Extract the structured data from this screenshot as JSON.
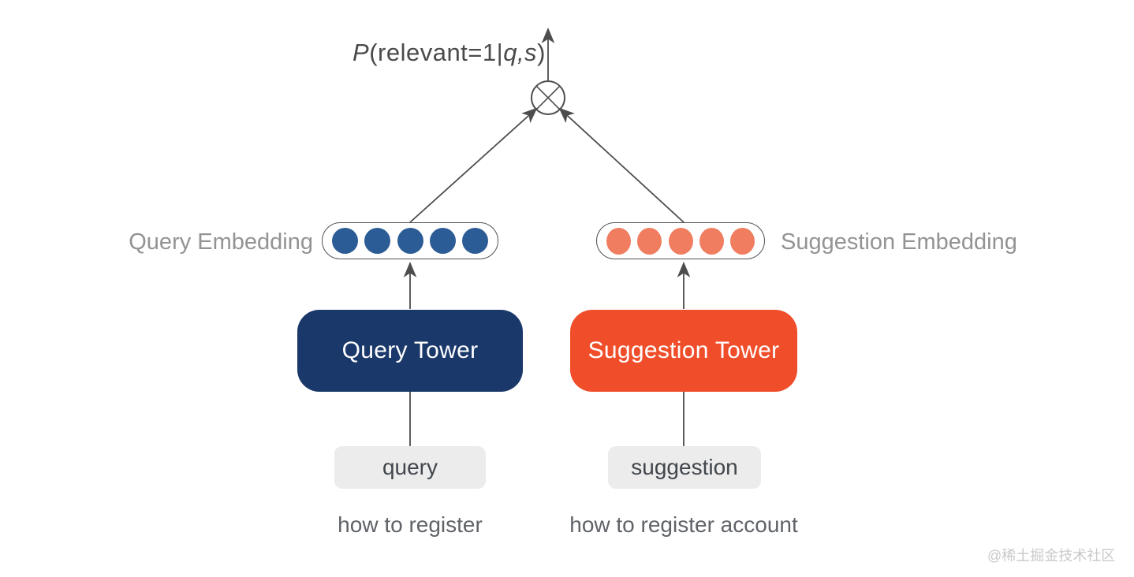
{
  "diagram": {
    "formula": {
      "p": "P",
      "mid": "(relevant=1|",
      "vars": "q,s",
      "close": ")"
    },
    "embeddings": {
      "query_label": "Query Embedding",
      "suggestion_label": "Suggestion Embedding",
      "query_dot_count": 5,
      "suggestion_dot_count": 5
    },
    "towers": {
      "query_label": "Query Tower",
      "suggestion_label": "Suggestion Tower"
    },
    "inputs": {
      "query_label": "query",
      "suggestion_label": "suggestion"
    },
    "examples": {
      "query_text": "how to register",
      "suggestion_text": "how to register account"
    },
    "watermark": "@稀土掘金技术社区"
  },
  "colors": {
    "query_tower_bg": "#1a386a",
    "suggestion_tower_bg": "#f04e2b",
    "query_dot": "#2c5c95",
    "suggestion_dot": "#f07d60",
    "input_box_bg": "#ececec",
    "line": "#4d4d4d",
    "label_gray": "#939393",
    "caption_gray": "#5f6368",
    "formula_color": "#4a4a4a",
    "watermark_gray": "#c9c9c9"
  }
}
